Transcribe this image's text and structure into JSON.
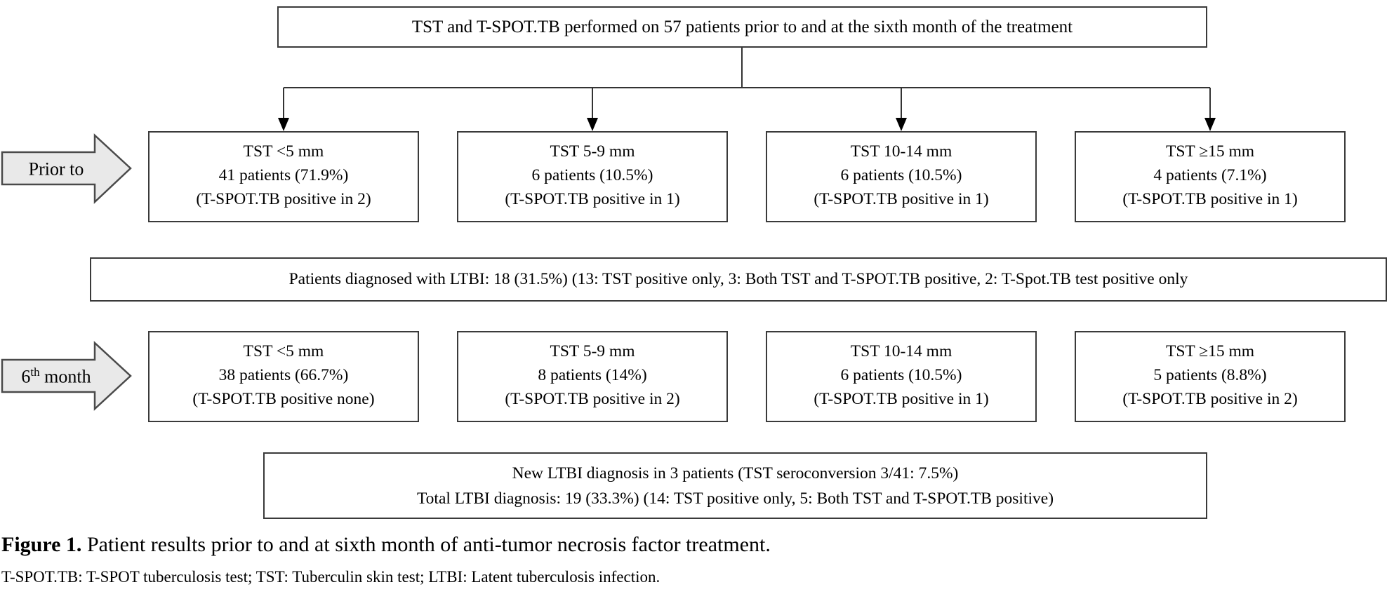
{
  "flow": {
    "top_box": "TST and T-SPOT.TB performed on 57 patients prior to and at the sixth month of the treatment",
    "colors": {
      "arrow_fill": "#e9e9e9",
      "line_color": "#333333"
    },
    "rows": [
      {
        "label": {
          "base": "Prior to",
          "sup": "",
          "rest": ""
        },
        "boxes": [
          {
            "lines": [
              "TST <5 mm",
              "41 patients (71.9%)",
              "(T-SPOT.TB positive in 2)"
            ]
          },
          {
            "lines": [
              "TST 5-9 mm",
              "6 patients (10.5%)",
              "(T-SPOT.TB positive in 1)"
            ]
          },
          {
            "lines": [
              "TST 10-14 mm",
              "6 patients (10.5%)",
              "(T-SPOT.TB positive in 1)"
            ]
          },
          {
            "lines": [
              "TST ≥15 mm",
              "4 patients (7.1%)",
              "(T-SPOT.TB positive in 1)"
            ]
          }
        ],
        "summary": "Patients diagnosed with LTBI: 18 (31.5%) (13: TST positive only, 3: Both TST and T-SPOT.TB positive, 2: T-Spot.TB test positive only"
      },
      {
        "label": {
          "base": "6",
          "sup": "th",
          "rest": " month"
        },
        "boxes": [
          {
            "lines": [
              "TST <5 mm",
              "38 patients (66.7%)",
              "(T-SPOT.TB positive none)"
            ]
          },
          {
            "lines": [
              "TST 5-9 mm",
              "8 patients (14%)",
              "(T-SPOT.TB positive in 2)"
            ]
          },
          {
            "lines": [
              "TST 10-14 mm",
              "6 patients (10.5%)",
              "(T-SPOT.TB positive in 1)"
            ]
          },
          {
            "lines": [
              "TST ≥15 mm",
              "5 patients (8.8%)",
              "(T-SPOT.TB positive in 2)"
            ]
          }
        ],
        "summary_line1": "New LTBI diagnosis in 3 patients (TST seroconversion 3/41: 7.5%)",
        "summary_line2": "Total LTBI diagnosis: 19 (33.3%) (14: TST positive only, 5: Both TST and T-SPOT.TB positive)"
      }
    ],
    "caption": {
      "label": "Figure 1.",
      "text": " Patient results prior to and at sixth month of anti-tumor necrosis factor treatment."
    },
    "footnote": "T-SPOT.TB: T-SPOT tuberculosis test; TST: Tuberculin skin test; LTBI: Latent tuberculosis infection."
  }
}
